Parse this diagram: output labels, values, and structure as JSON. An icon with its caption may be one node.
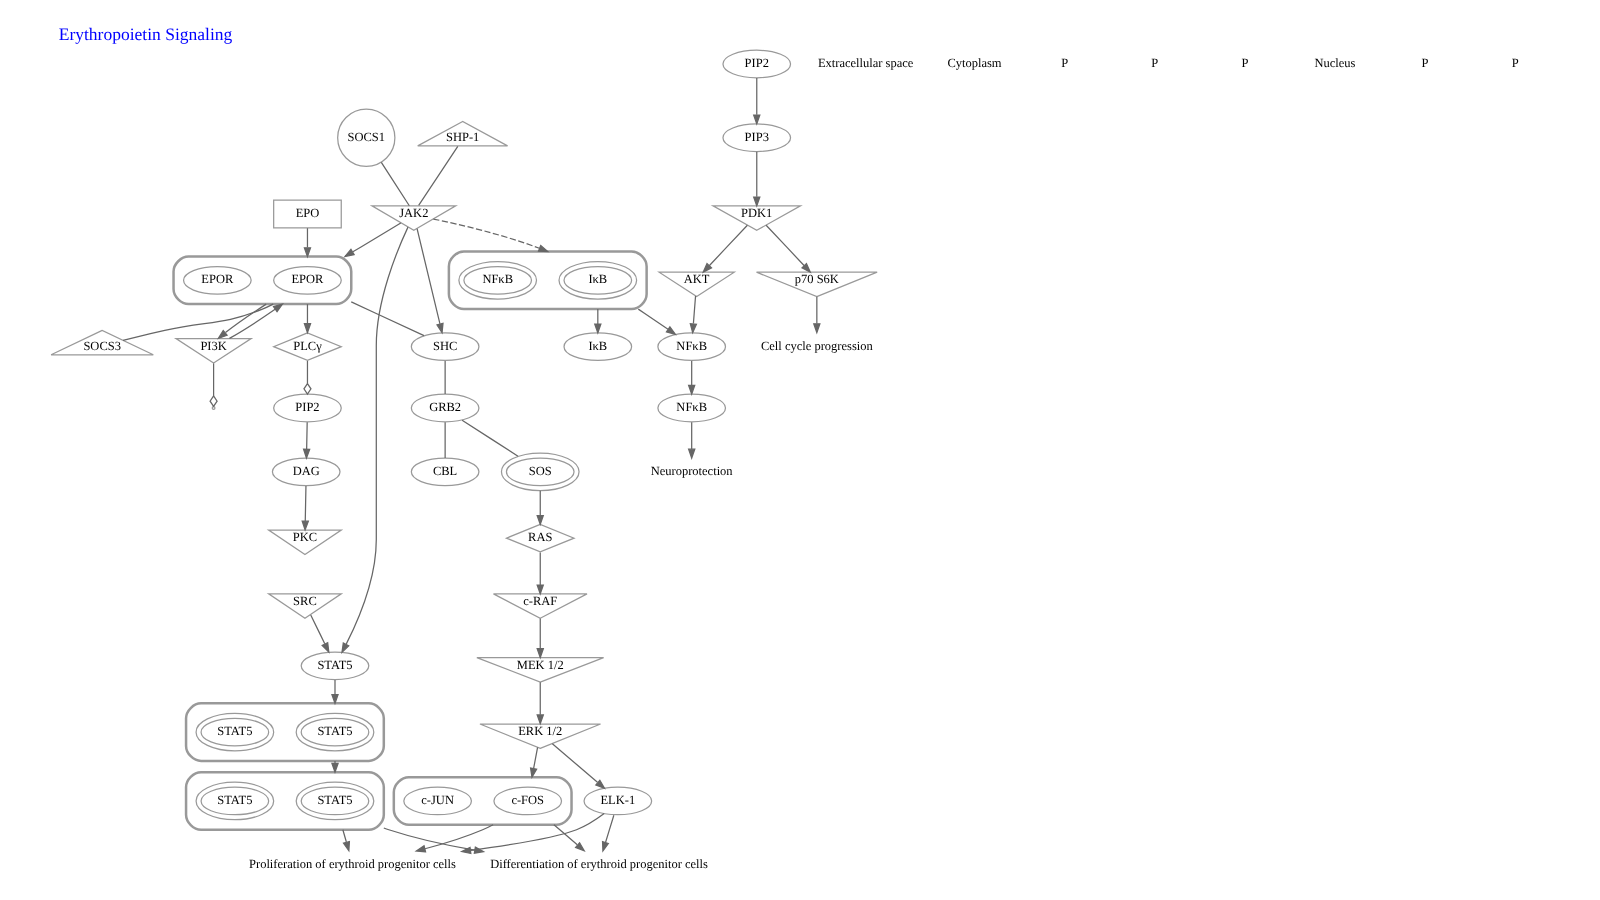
{
  "diagram": {
    "title": "Erythropoietin Signaling",
    "nodes": [
      {
        "text": [
          "EPO"
        ]
      },
      {
        "text": [],
        "shape": "box"
      },
      {
        "text": [
          "EPOR"
        ],
        "in": 1
      },
      {
        "text": [
          "EPOR"
        ],
        "in": 1
      },
      {
        "text": [
          "PIP2"
        ]
      },
      {
        "text": [
          "PLCγ"
        ]
      },
      {
        "text": [
          "SOCS3"
        ]
      },
      {
        "text": [
          "SHP-1"
        ]
      },
      {
        "text": [
          "JAK2"
        ]
      },
      {
        "text": [
          "SOCS1"
        ]
      },
      {
        "text": [
          "SHC"
        ]
      },
      {
        "text": [
          "GRB2"
        ]
      },
      {
        "text": [
          "SOS"
        ]
      },
      {
        "text": [
          "CBL"
        ]
      },
      {
        "text": [
          "RAS"
        ]
      },
      {
        "text": [
          "SRC"
        ]
      },
      {
        "text": [
          "DAG"
        ]
      },
      {
        "text": [
          "PKC"
        ]
      },
      {
        "text": [
          "PI3K"
        ]
      },
      {
        "text": [
          "PIP2"
        ]
      },
      {
        "text": [
          "PIP3"
        ]
      },
      {
        "text": [
          "STAT5"
        ]
      },
      {
        "text": [],
        "shape": "box"
      },
      {
        "text": [
          "IκB"
        ],
        "in": 22
      },
      {
        "text": [
          "NFκB"
        ],
        "in": 22
      },
      {
        "text": [
          "PDK1"
        ]
      },
      {
        "text": [
          "p70 S6K"
        ]
      },
      {
        "text": [
          "c-RAF"
        ]
      },
      {
        "text": [],
        "shape": "box"
      },
      {
        "text": [
          "STAT5"
        ],
        "in": 28
      },
      {
        "text": [
          "STAT5"
        ],
        "in": 28
      },
      {
        "text": [
          "IκB"
        ]
      },
      {
        "text": [
          "Cell cycle progression"
        ]
      },
      {
        "text": [
          "AKT"
        ]
      },
      {
        "text": [
          "MEK 1/2"
        ]
      },
      {
        "text": [
          "NFκB"
        ]
      },
      {
        "text": [
          "ERK 1/2"
        ]
      },
      {
        "text": [
          "NFκB"
        ]
      },
      {
        "text": [],
        "shape": "box"
      },
      {
        "text": [
          "STAT5"
        ],
        "in": 38
      },
      {
        "text": [
          "STAT5"
        ],
        "in": 38
      },
      {
        "text": [
          "ELK-1"
        ]
      },
      {
        "text": [],
        "shape": "box"
      },
      {
        "text": [
          "c-FOS"
        ],
        "in": 42
      },
      {
        "text": [
          "c-JUN"
        ],
        "in": 42
      },
      {
        "text": [
          "Neuroprotection"
        ]
      },
      {
        "text": [
          "Proliferation of erythroid progenitor cells"
        ]
      },
      {
        "text": [
          "Differentiation of erythroid progenitor cells"
        ]
      }
    ],
    "edges": [
      {
        "from": 0,
        "to": 1,
        "arrow": "to"
      },
      {
        "from": 1,
        "to": 5,
        "arrow": "to"
      },
      {
        "from": 5,
        "to": 4,
        "arrow": "other"
      },
      {
        "from": 4,
        "to": 16,
        "arrow": "to"
      },
      {
        "from": 16,
        "to": 17,
        "arrow": "to"
      },
      {
        "from": 1,
        "to": 6,
        "arrow": "none"
      },
      {
        "from": 7,
        "to": 8,
        "arrow": "none"
      },
      {
        "from": 8,
        "to": 1,
        "arrow": "to"
      },
      {
        "from": 9,
        "to": 8,
        "arrow": "none"
      },
      {
        "from": 1,
        "to": 10,
        "arrow": "none"
      },
      {
        "from": 8,
        "to": 10,
        "arrow": "to"
      },
      {
        "from": 10,
        "to": 11,
        "arrow": "none"
      },
      {
        "from": 11,
        "to": 12,
        "arrow": "none"
      },
      {
        "from": 11,
        "to": 13,
        "arrow": "none"
      },
      {
        "from": 12,
        "to": 14,
        "arrow": "to"
      },
      {
        "from": 1,
        "to": 18,
        "arrow": "to"
      },
      {
        "from": 18,
        "to": 1,
        "arrow": "to"
      },
      {
        "from": 8,
        "to": 21,
        "arrow": "to"
      },
      {
        "from": 15,
        "to": 21,
        "arrow": "to"
      },
      {
        "from": 8,
        "to": 22,
        "arrow": "to",
        "style": "dashed"
      },
      {
        "from": 18,
        "to": null,
        "arrow": "other"
      },
      {
        "from": 19,
        "to": 20,
        "arrow": "to"
      },
      {
        "from": 20,
        "to": 25,
        "arrow": "to"
      },
      {
        "from": 25,
        "to": 26,
        "arrow": "to"
      },
      {
        "from": 25,
        "to": 33,
        "arrow": "to"
      },
      {
        "from": 26,
        "to": 32,
        "arrow": "to"
      },
      {
        "from": 33,
        "to": 35,
        "arrow": "to"
      },
      {
        "from": 14,
        "to": 27,
        "arrow": "to"
      },
      {
        "from": 27,
        "to": 34,
        "arrow": "to"
      },
      {
        "from": 34,
        "to": 36,
        "arrow": "to"
      },
      {
        "from": 21,
        "to": 28,
        "arrow": "to"
      },
      {
        "from": 22,
        "to": 31,
        "arrow": "to"
      },
      {
        "from": 22,
        "to": 35,
        "arrow": "to"
      },
      {
        "from": 28,
        "to": 38,
        "arrow": "to"
      },
      {
        "from": 35,
        "to": 37,
        "arrow": "to"
      },
      {
        "from": 36,
        "to": 41,
        "arrow": "to"
      },
      {
        "from": 36,
        "to": 42,
        "arrow": "to"
      },
      {
        "from": 37,
        "to": 45,
        "arrow": "to"
      },
      {
        "from": 38,
        "to": 46,
        "arrow": "to"
      },
      {
        "from": 38,
        "to": 47,
        "arrow": "to"
      },
      {
        "from": 41,
        "to": 46,
        "arrow": "to"
      },
      {
        "from": 41,
        "to": 47,
        "arrow": "to"
      },
      {
        "from": 42,
        "to": 46,
        "arrow": "to"
      },
      {
        "from": 42,
        "to": 47,
        "arrow": "to"
      }
    ],
    "labels": [
      "Extracellular space",
      "Cytoplasm",
      "P",
      "P",
      "P",
      "Nucleus",
      "P",
      "P"
    ]
  }
}
